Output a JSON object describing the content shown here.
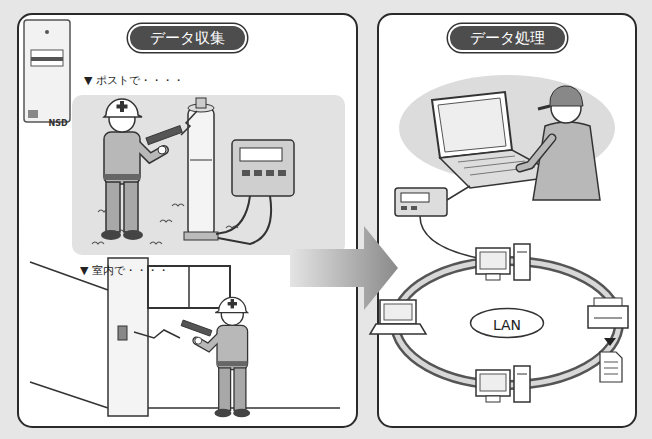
{
  "diagram": {
    "nodes": [
      {
        "text": [
          "データ収集",
          "▼ ポストで・・・・",
          "▼ 室内で・・・・"
        ]
      },
      {
        "text": [
          "データ処理"
        ]
      },
      {
        "text": [
          "LAN"
        ],
        "in": 1
      }
    ],
    "edges": [
      {
        "from": 0,
        "to": 1,
        "arrow": "to"
      }
    ],
    "labels": [
      "NSD"
    ]
  }
}
